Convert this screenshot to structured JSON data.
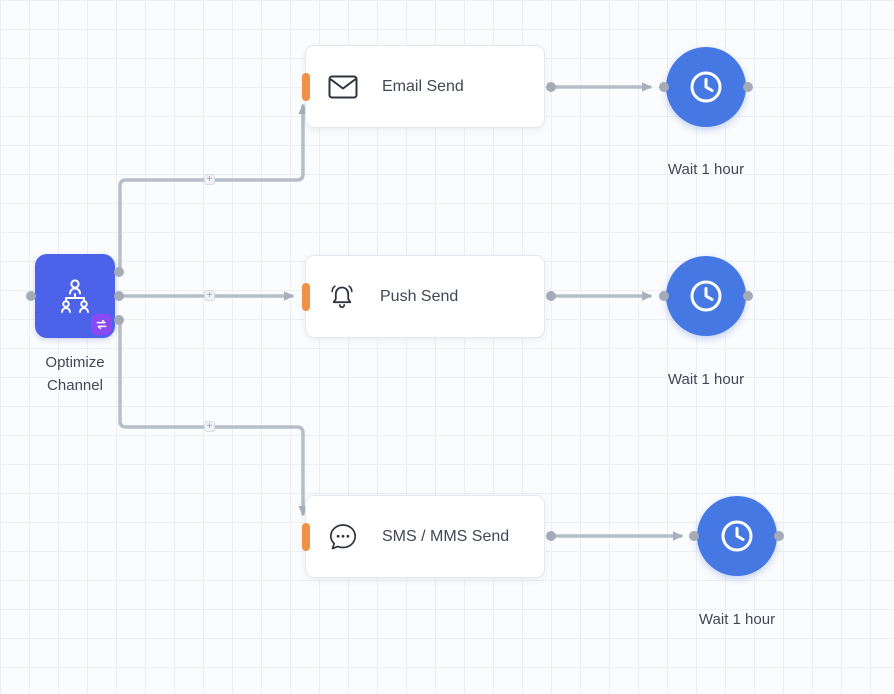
{
  "nodes": {
    "optimize": {
      "label": "Optimize Channel",
      "icon": "org-chart-icon",
      "badge_icon": "swap-arrows-icon"
    },
    "email": {
      "label": "Email Send",
      "icon": "envelope-icon"
    },
    "push": {
      "label": "Push Send",
      "icon": "bell-icon"
    },
    "sms": {
      "label": "SMS / MMS Send",
      "icon": "chat-bubble-icon"
    },
    "wait_email": {
      "label": "Wait 1 hour",
      "icon": "clock-icon"
    },
    "wait_push": {
      "label": "Wait 1 hour",
      "icon": "clock-icon"
    },
    "wait_sms": {
      "label": "Wait 1 hour",
      "icon": "clock-icon"
    }
  },
  "edges": {
    "add_button_glyph": "+"
  },
  "colors": {
    "canvas_bg": "#fbfcfe",
    "grid_line": "#edeff4",
    "node_blue": "#4c63e9",
    "wait_blue": "#4678e4",
    "badge_purple": "#8a4af3",
    "connector_orange": "#f09245",
    "edge_gray": "#b8bec9",
    "port_gray": "#a4abb6",
    "text_dark": "#414754"
  }
}
